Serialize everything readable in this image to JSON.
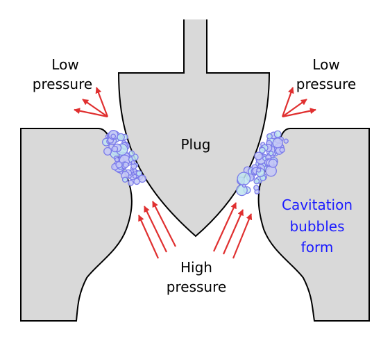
{
  "labels": {
    "low_left": [
      "Low",
      "pressure"
    ],
    "low_right": [
      "Low",
      "pressure"
    ],
    "plug": "Plug",
    "high": [
      "High",
      "pressure"
    ],
    "cavitation": [
      "Cavitation",
      "bubbles",
      "form"
    ]
  },
  "colors": {
    "body_fill": "#d9d9d9",
    "outline": "#000000",
    "arrow": "#e03030",
    "bubble_stroke": "#7b7bea",
    "bubble_fill": "#c4c8f6",
    "bubble_fill_alt": "#bfe4ee",
    "cavitation_text": "#1a1aff"
  }
}
